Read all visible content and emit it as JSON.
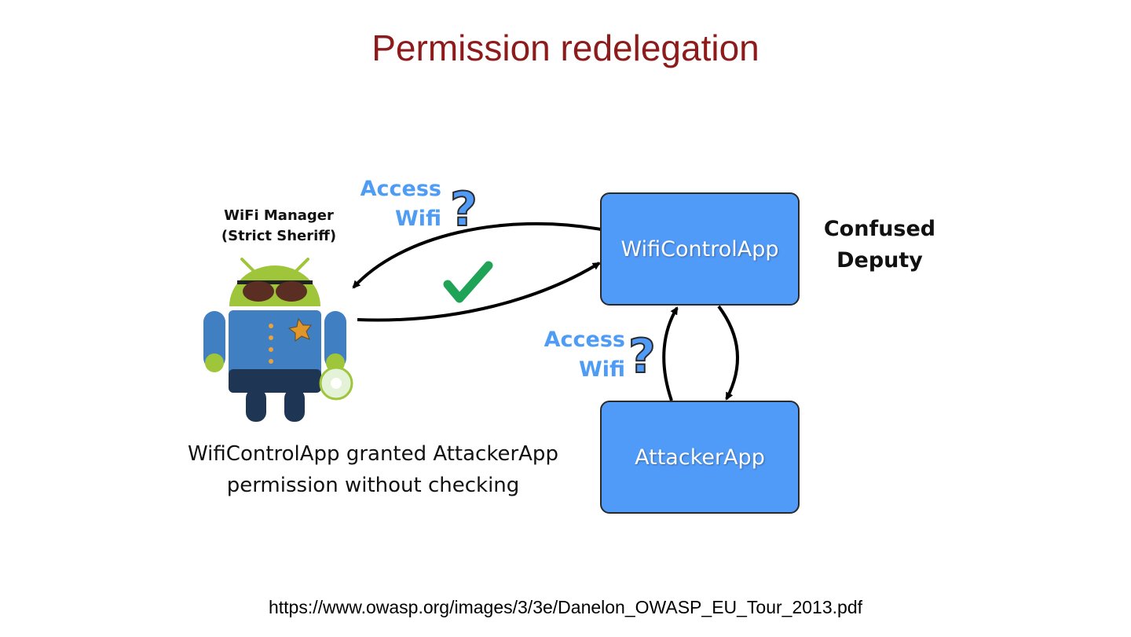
{
  "slide": {
    "title": "Permission redelegation",
    "source_url": "https://www.owasp.org/images/3/3e/Danelon_OWASP_EU_Tour_2013.pdf"
  },
  "diagram": {
    "wifi_manager": {
      "line1": "WiFi Manager",
      "line2": "(Strict Sheriff)"
    },
    "wifi_control_app": "WifiControlApp",
    "attacker_app": "AttackerApp",
    "confused_deputy": {
      "line1": "Confused",
      "line2": "Deputy"
    },
    "access_wifi_top": {
      "line1": "Access",
      "line2": "Wifi"
    },
    "access_wifi_bottom": {
      "line1": "Access",
      "line2": "Wifi"
    },
    "caption": {
      "line1": "WifiControlApp granted AttackerApp",
      "line2": "permission without checking"
    },
    "colors": {
      "box": "#519bf8",
      "label_blue": "#4f9cf4",
      "title": "#8e1b1b",
      "check": "#1fa356"
    },
    "icons": [
      "android-sheriff-icon",
      "question-mark-icon",
      "checkmark-icon"
    ]
  }
}
